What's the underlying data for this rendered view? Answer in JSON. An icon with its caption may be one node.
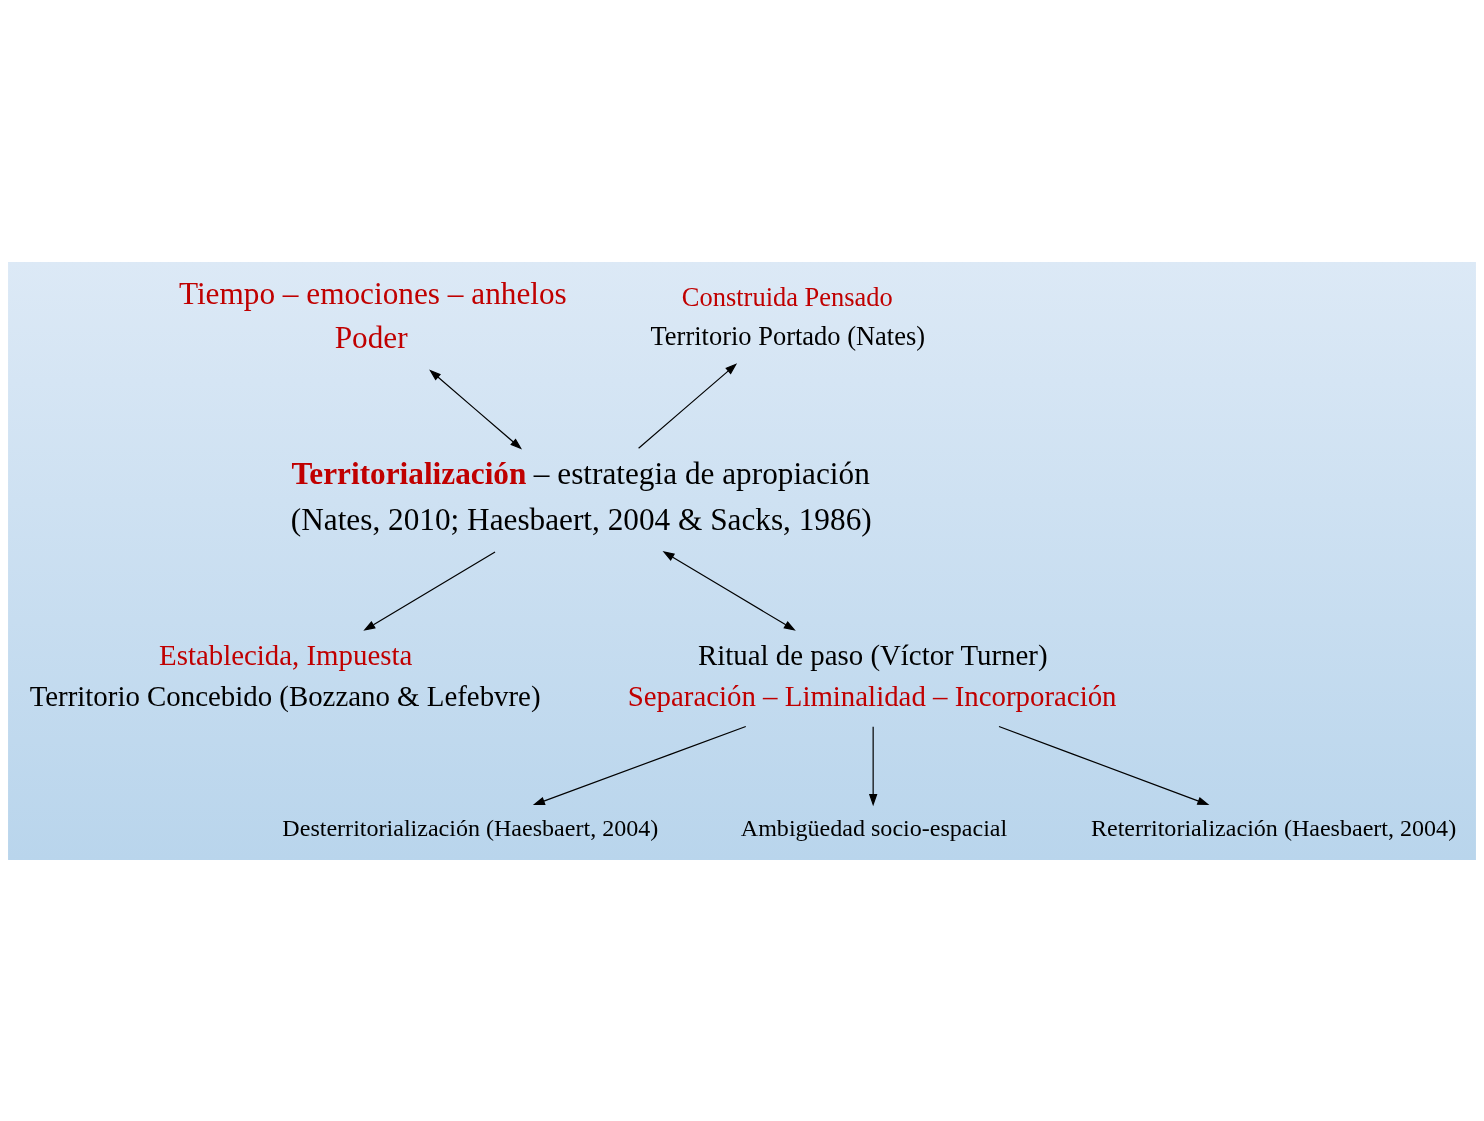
{
  "diagram": {
    "nodes": [
      {
        "text": [
          "Tiempo – emociones – anhelos",
          "Poder"
        ]
      },
      {
        "text": [
          "**Territorialización** – estrategia de apropiación",
          "(Nates, 2010; Haesbaert, 2004 & Sacks, 1986)"
        ]
      },
      {
        "text": [
          "Construida Pensado",
          "Territorio Portado (Nates)"
        ]
      },
      {
        "text": [
          "Establecida, Impuesta",
          "Territorio Concebido (Bozzano & Lefebvre)"
        ]
      },
      {
        "text": [
          "Ritual de paso (Víctor Turner)",
          "Separación – Liminalidad – Incorporación"
        ]
      },
      {
        "text": [
          "Desterritorialización (Haesbaert, 2004)"
        ]
      },
      {
        "text": [
          "Ambigüedad socio-espacial"
        ]
      },
      {
        "text": [
          "Reterritorialización (Haesbaert, 2004)"
        ]
      }
    ],
    "edges": [
      {
        "from": 0,
        "to": 1,
        "arrow": "both"
      },
      {
        "from": 1,
        "to": 2,
        "arrow": "to"
      },
      {
        "from": 1,
        "to": 3,
        "arrow": "to"
      },
      {
        "from": 1,
        "to": 4,
        "arrow": "both"
      },
      {
        "from": 4,
        "to": 5,
        "arrow": "to"
      },
      {
        "from": 4,
        "to": 6,
        "arrow": "to"
      },
      {
        "from": 4,
        "to": 7,
        "arrow": "to"
      }
    ]
  }
}
